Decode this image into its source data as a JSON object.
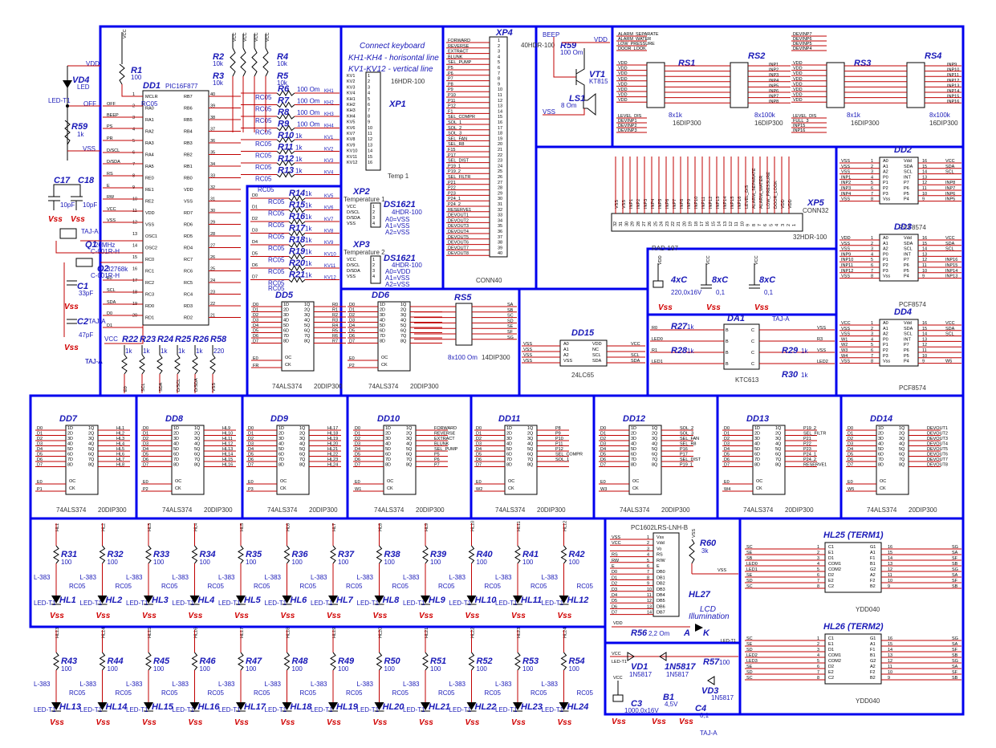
{
  "notes": {
    "kb1": "Connect keyboard",
    "kb2": "KH1-KH4 - horisontal line",
    "kb3": "KV1-KV12 - vertical line",
    "temp1": "Temperature 1",
    "temp2": "Temperature 2",
    "lcd1": "LCD",
    "lcd2": "Illumination",
    "lcd_a": "A",
    "lcd_k": "K"
  },
  "mcu": {
    "ref": "DD1",
    "part": "PIC16F877",
    "pkg": "RC05",
    "left_pins": [
      "MCLR",
      "RA0",
      "RA1",
      "RA2",
      "RA3",
      "RA4",
      "RA5",
      "RE0",
      "RE1",
      "RE2",
      "VDD",
      "VSS",
      "OSC1",
      "OSC2",
      "RC0",
      "RC1",
      "RC2",
      "RC3",
      "RD0",
      "RD1"
    ],
    "left_nums": [
      "1",
      "2",
      "3",
      "4",
      "5",
      "6",
      "7",
      "8",
      "9",
      "10",
      "11",
      "12",
      "13",
      "14",
      "15",
      "16",
      "17",
      "18",
      "19",
      "20"
    ],
    "right_pins": [
      "RB7",
      "RB6",
      "RB5",
      "RB4",
      "RB3",
      "RB2",
      "RB1",
      "RB0",
      "VDD",
      "VSS",
      "RD7",
      "RD6",
      "RD5",
      "RD4",
      "RC7",
      "RC6",
      "RC5",
      "RC4",
      "RD3",
      "RD2"
    ],
    "right_nums": [
      "40",
      "39",
      "38",
      "37",
      "36",
      "35",
      "34",
      "33",
      "32",
      "31",
      "30",
      "29",
      "28",
      "27",
      "26",
      "25",
      "24",
      "23",
      "22",
      "21"
    ],
    "left_nets": [
      "OFF",
      "BEEP",
      "PS",
      "PR",
      "D/SCL",
      "D/SDA",
      "RS",
      "E",
      "RW",
      "VCC",
      "VSS",
      "",
      "",
      "",
      "",
      "",
      "E0",
      "SCL",
      "SDA",
      "D0",
      "D1"
    ]
  },
  "headers": {
    "xp1": {
      "ref": "XP1",
      "pkg": "16HDR-100",
      "label": "Temp 1",
      "pins": [
        "KV1",
        "KV2",
        "KV3",
        "KV4",
        "KH1",
        "KH2",
        "KH3",
        "KH4",
        "KV5",
        "KV6",
        "KV7",
        "KV8",
        "KV9",
        "KV10",
        "KV11",
        "KV12"
      ]
    },
    "xp2": {
      "ref": "XP2",
      "pins": [
        "VCC",
        "D/SCL",
        "D/SDA",
        "VSS"
      ]
    },
    "xp3": {
      "ref": "XP3",
      "pins": [
        "VCC",
        "D/SCL",
        "D/SDA",
        "VSS"
      ]
    },
    "ds1": {
      "ref": "DS1621",
      "pkg": "4HDR-100",
      "a0": "A0=VSS",
      "a1": "A1=VSS",
      "a2": "A2=VSS"
    },
    "ds2": {
      "ref": "DS1621",
      "pkg": "4HDR-100",
      "a0": "A0=VDD",
      "a1": "A1=VSS",
      "a2": "A2=VSS"
    },
    "xp4": {
      "ref": "XP4",
      "pkg": "CONN40",
      "hdr": "40HDR-100",
      "pins": [
        "FORWARD",
        "REVERSE",
        "EXTRACT",
        "BLUNK",
        "SEL_PUMP",
        "P5",
        "P6",
        "P7",
        "P8",
        "P9",
        "P10",
        "P11",
        "P12",
        "F1",
        "SEL_COMPR",
        "SOL_1",
        "SOL_2",
        "SOL_3",
        "SEL_FAN",
        "SEL_R8",
        "F15",
        "P17",
        "SEL_DIST",
        "P19_1",
        "P19_2",
        "SEL_FILTR",
        "P21",
        "P22",
        "P23",
        "P24_1",
        "P24_2",
        "RESERVE1",
        "DEVOUT1",
        "DEVOUT2",
        "DEVOUT3",
        "DEVOUT4",
        "DEVOUT5",
        "DEVOUT6",
        "DEVOUT7",
        "DEVOUT8"
      ]
    },
    "xp5": {
      "ref": "XP5",
      "pkg": "CONN32",
      "hdr": "32HDR-100",
      "pins": [
        "VSS",
        "VSS",
        "INP1",
        "INP2",
        "INP3",
        "INP4",
        "INP5",
        "INP6",
        "INP7",
        "INP8",
        "INP9",
        "INP10",
        "INP11",
        "INP12",
        "INP13",
        "INP14",
        "INP15",
        "INP16",
        "LEVEL_DIS",
        "ALARM_SEPARATE",
        "ALARM_WATER",
        "LOW_PRESSURE",
        "DOOR_LOOK",
        "VDD",
        "VDD"
      ]
    }
  },
  "latches": {
    "part": "74ALS374",
    "pkg": "20DIP300",
    "pins_in": [
      "D0",
      "D1",
      "D2",
      "D3",
      "D4",
      "D5",
      "D6",
      "D7"
    ],
    "pins_q": [
      "1Q",
      "2Q",
      "3Q",
      "4Q",
      "5Q",
      "6Q",
      "7Q",
      "8Q"
    ],
    "pins_d": [
      "1D",
      "2D",
      "3D",
      "4D",
      "5D",
      "6D",
      "7D",
      "8D"
    ],
    "oc": "OC",
    "ck": "CK",
    "units": [
      {
        "ref": "DD5",
        "en": "E0",
        "clk": "FR",
        "outs": [
          "R0",
          "R1",
          "R2",
          "R3",
          "R4",
          "R5",
          "R6",
          "R7"
        ]
      },
      {
        "ref": "DD6",
        "en": "E0",
        "clk": "P2",
        "outs": [
          "",
          "",
          "",
          "",
          "",
          "",
          "",
          ""
        ]
      },
      {
        "ref": "DD7",
        "en": "E0",
        "clk": "P1",
        "outs": [
          "HL1",
          "HL2",
          "HL3",
          "HL4",
          "HL5",
          "HL6",
          "HL7",
          "HL8"
        ]
      },
      {
        "ref": "DD8",
        "en": "E0",
        "clk": "P2",
        "outs": [
          "HL9",
          "HL10",
          "HL11",
          "HL12",
          "HL13",
          "HL14",
          "HL15",
          "HL16"
        ]
      },
      {
        "ref": "DD9",
        "en": "E0",
        "clk": "P3",
        "outs": [
          "HL17",
          "HL18",
          "HL19",
          "HL20",
          "HL21",
          "HL22",
          "HL23",
          "HL24"
        ]
      },
      {
        "ref": "DD10",
        "en": "E0",
        "clk": "W1",
        "outs": [
          "FORWARD",
          "REVERSE",
          "EXTRACT",
          "BLUNK",
          "SEL_PUMP",
          "P5",
          "P6",
          "P7"
        ]
      },
      {
        "ref": "DD11",
        "en": "E0",
        "clk": "W2",
        "outs": [
          "P8",
          "P9",
          "P10",
          "P11",
          "P12",
          "SEL_COMPR",
          "SOL_1",
          ""
        ]
      },
      {
        "ref": "DD12",
        "en": "E0",
        "clk": "W3",
        "outs": [
          "SOL_2",
          "SOL_3",
          "SEL_FAN",
          "SEL_R8",
          "P16",
          "P17",
          "SEL_DIST",
          "P19_1"
        ]
      },
      {
        "ref": "DD13",
        "en": "E0",
        "clk": "W4",
        "outs": [
          "P19_2",
          "SEL_FILTR",
          "P21",
          "P22",
          "P23",
          "P24_1",
          "P24_2",
          "RESERVE1"
        ]
      },
      {
        "ref": "DD14",
        "en": "E0",
        "clk": "W5",
        "outs": [
          "DEVOUT1",
          "DEVOUT2",
          "DEVOUT3",
          "DEVOUT4",
          "DEVOUT5",
          "DEVOUT6",
          "DEVOUT7",
          "DEVOUT8"
        ]
      }
    ]
  },
  "expanders": {
    "part": "PCF8574",
    "pins_l": [
      "A0",
      "A1",
      "A2",
      "P0",
      "P1",
      "P2",
      "P3",
      "Vss"
    ],
    "pins_r": [
      "Vdd",
      "SDA",
      "SCL",
      "INT",
      "P7",
      "P6",
      "P5",
      "P4"
    ],
    "nums_l": [
      "1",
      "2",
      "3",
      "4",
      "5",
      "6",
      "7",
      "8"
    ],
    "nums_r": [
      "16",
      "15",
      "14",
      "13",
      "12",
      "11",
      "10",
      "9"
    ],
    "units": [
      {
        "ref": "DD2",
        "in_l": [
          "VSS",
          "VSS",
          "VSS",
          "INP1",
          "INP2",
          "INP3",
          "INP4",
          "VSS"
        ],
        "in_r": [
          "VCC",
          "SDA",
          "SCL",
          "",
          "INP8",
          "INP7",
          "INP6",
          "INP5"
        ]
      },
      {
        "ref": "DD3",
        "in_l": [
          "VDD",
          "VSS",
          "VSS",
          "INP9",
          "INP10",
          "INP11",
          "INP12",
          "VSS"
        ],
        "in_r": [
          "VCC",
          "SDA",
          "SCL",
          "",
          "INP16",
          "INP15",
          "INP14",
          "INP13"
        ]
      },
      {
        "ref": "DD4",
        "in_l": [
          "VCC",
          "VSS",
          "VSS",
          "W1",
          "W2",
          "W3",
          "W4",
          "VSS"
        ],
        "in_r": [
          "VCC",
          "SDA",
          "SCL",
          "",
          "",
          "",
          "",
          "W5"
        ]
      }
    ]
  },
  "eeprom": {
    "ref": "DD15",
    "part": "24LC65",
    "pins_l": [
      "A0",
      "A1",
      "A2",
      "VSS"
    ],
    "pins_r": [
      "VDD",
      "NC",
      "SCL",
      "SDA"
    ],
    "nets_l": [
      "VSS",
      "VSS",
      "VSS",
      "VSS"
    ],
    "nets_r": [
      "VCC",
      "",
      "SCL",
      "SDA"
    ]
  },
  "driver": {
    "ref": "DA1",
    "part": "KTC613",
    "pins_l": [
      "R0",
      "LED0",
      "R1",
      "LED1"
    ],
    "pins_r": [
      "VSS",
      "R3",
      "VSS",
      "LED2"
    ],
    "r27": "R27",
    "r28": "R28",
    "r29": "R29",
    "r30": "R30",
    "val": "1k"
  },
  "resnets": {
    "rs1": {
      "ref": "RS1",
      "val": "8x1k",
      "pkg": "16DIP300"
    },
    "rs2": {
      "ref": "RS2",
      "val": "8x100k",
      "pkg": "16DIP300"
    },
    "rs3": {
      "ref": "RS3",
      "val": "8x1k",
      "pkg": "16DIP300"
    },
    "rs4": {
      "ref": "RS4",
      "val": "8x100k",
      "pkg": "16DIP300"
    },
    "rs5": {
      "ref": "RS5",
      "val": "8x100 Om",
      "pkg": "14DIP300"
    }
  },
  "inputs_top": {
    "left_labels": [
      "ALARM_SEPARATE",
      "ALARM_WATER",
      "LOW_PRESSURE",
      "DOOR_LOOK",
      "VDD",
      "VDD",
      "VDD",
      "VDD",
      "VDD",
      "VDD",
      "VDD",
      "VDD",
      "LEVEL_DIS",
      "DEVINP1",
      "DEVINP2",
      "DEVINP3"
    ],
    "right_labels": [
      "DEVINP7",
      "DEVINP6",
      "DEVINP5",
      "DEVINP4",
      "VDD",
      "VDD",
      "VDD",
      "VDD",
      "VDD",
      "VDD",
      "VDD",
      "VDD",
      "LEVEL_DIS",
      "FULL_3",
      "INP15",
      "INP16"
    ],
    "inp": [
      "INP1",
      "INP2",
      "INP3",
      "INP4",
      "INP5",
      "INP6",
      "INP7",
      "INP8"
    ],
    "inp2": [
      "INP9",
      "INP10",
      "INP11",
      "INP12",
      "INP13",
      "INP14",
      "INP15",
      "INP16"
    ]
  },
  "resistors": {
    "r1": {
      "ref": "R1",
      "val": "100"
    },
    "r2": {
      "ref": "R2",
      "val": "10k"
    },
    "r3": {
      "ref": "R3",
      "val": "10k"
    },
    "r4": {
      "ref": "R4",
      "val": "10k"
    },
    "r5": {
      "ref": "R5",
      "val": "10k"
    },
    "r59": {
      "ref": "R59",
      "val": "1k"
    },
    "r59b": {
      "ref": "R59",
      "val": "100 Om"
    },
    "kh": [
      {
        "ref": "R6",
        "val": "100 Om",
        "net": "KH1"
      },
      {
        "ref": "R7",
        "val": "100 Om",
        "net": "KH2"
      },
      {
        "ref": "R8",
        "val": "100 Om",
        "net": "KH3"
      },
      {
        "ref": "R9",
        "val": "100 Om",
        "net": "KH4"
      }
    ],
    "kv": [
      {
        "ref": "R10",
        "val": "1k",
        "net": "KV1"
      },
      {
        "ref": "R11",
        "val": "1k",
        "net": "KV2"
      },
      {
        "ref": "R12",
        "val": "1k",
        "net": "KV3"
      },
      {
        "ref": "R13",
        "val": "1k",
        "net": "KV4"
      },
      {
        "ref": "R14",
        "val": "1k",
        "net": "KV5"
      },
      {
        "ref": "R15",
        "val": "1k",
        "net": "KV6"
      },
      {
        "ref": "R16",
        "val": "1k",
        "net": "KV7"
      },
      {
        "ref": "R17",
        "val": "1k",
        "net": "KV8"
      },
      {
        "ref": "R18",
        "val": "1k",
        "net": "KV9"
      },
      {
        "ref": "R19",
        "val": "1k",
        "net": "KV10"
      },
      {
        "ref": "R20",
        "val": "1k",
        "net": "KV11"
      },
      {
        "ref": "R21",
        "val": "1k",
        "net": "KV12"
      }
    ],
    "bot": [
      {
        "ref": "R22",
        "val": "1k",
        "net": "E0"
      },
      {
        "ref": "R23",
        "val": "1k",
        "net": "SCL"
      },
      {
        "ref": "R24",
        "val": "1k",
        "net": "SDA"
      },
      {
        "ref": "R25",
        "val": "1k",
        "net": "D/SCL"
      },
      {
        "ref": "R26",
        "val": "1k",
        "net": "D/SDA"
      },
      {
        "ref": "R58",
        "val": "220",
        "net": "VSS"
      }
    ],
    "r56": {
      "ref": "R56",
      "val": "2,2 Om"
    },
    "r57": {
      "ref": "R57",
      "val": "100"
    },
    "r60": {
      "ref": "R60",
      "val": "3k"
    },
    "pkg": "RC05"
  },
  "caps": {
    "c17": {
      "ref": "C17",
      "val": "10pF"
    },
    "c18": {
      "ref": "C18",
      "val": "10pF"
    },
    "c1": {
      "ref": "C1",
      "val": "33pF"
    },
    "c2": {
      "ref": "C2",
      "val": "47pF"
    },
    "c3": {
      "ref": "C3",
      "val": "1000,0x16V"
    },
    "c4": {
      "ref": "C4",
      "val": "0,1"
    },
    "c4x": {
      "ref": "4xC",
      "val": "220,0x16V"
    },
    "c8a": {
      "ref": "8xC",
      "val": "0,1"
    },
    "c8b": {
      "ref": "8xC",
      "val": "0,1"
    },
    "taj": "TAJ-A"
  },
  "misc": {
    "q1": {
      "ref": "Q1",
      "val": "20MHz",
      "pkg": "C-001R-H"
    },
    "q2": {
      "ref": "Q2",
      "val": "32768k",
      "pkg": "C-001R-H"
    },
    "vd4": {
      "ref": "VD4",
      "val": "LED",
      "pkg": "LED-T1"
    },
    "vt1": {
      "ref": "VT1",
      "val": "KT815"
    },
    "ls1": {
      "ref": "LS1",
      "val": "8 Om"
    },
    "vd1": {
      "ref": "VD1",
      "val": "1N5817"
    },
    "vd2": {
      "ref": "1N5817",
      "val": "1N5817"
    },
    "vd3": {
      "ref": "VD3",
      "val": "1N5817"
    },
    "b1": {
      "ref": "B1",
      "val": "4,5V"
    },
    "vss": "Vss",
    "vdd": "VDD",
    "vcc": "VCC",
    "beep": "BEEP",
    "off": "OFF",
    "rad": "RAD-197",
    "lcd": "PC1602LRS-LNH-B",
    "lcd_pins": [
      "Vss",
      "Vdd",
      "Vo",
      "RS",
      "R/W",
      "E",
      "DB0",
      "DB1",
      "DB2",
      "DB3",
      "DB4",
      "DB5",
      "DB6",
      "DB7"
    ],
    "lcd_nets": [
      "VSS",
      "VCC",
      "",
      "RS",
      "RW",
      "E",
      "D0",
      "D1",
      "D2",
      "D3",
      "D4",
      "D5",
      "D6",
      "D7"
    ],
    "hl27": "HL27",
    "led_t1": "LED-T1"
  },
  "leds_top": [
    {
      "ref": "HL1",
      "r": "R31"
    },
    {
      "ref": "HL2",
      "r": "R32"
    },
    {
      "ref": "HL3",
      "r": "R33"
    },
    {
      "ref": "HL4",
      "r": "R34"
    },
    {
      "ref": "HL5",
      "r": "R35"
    },
    {
      "ref": "HL6",
      "r": "R36"
    },
    {
      "ref": "HL7",
      "r": "R37"
    },
    {
      "ref": "HL8",
      "r": "R38"
    },
    {
      "ref": "HL9",
      "r": "R39"
    },
    {
      "ref": "HL10",
      "r": "R40"
    },
    {
      "ref": "HL11",
      "r": "R41"
    },
    {
      "ref": "HL12",
      "r": "R42"
    }
  ],
  "leds_bot": [
    {
      "ref": "HL13",
      "r": "R43"
    },
    {
      "ref": "HL14",
      "r": "R44"
    },
    {
      "ref": "HL15",
      "r": "R45"
    },
    {
      "ref": "HL16",
      "r": "R46"
    },
    {
      "ref": "HL17",
      "r": "R47"
    },
    {
      "ref": "HL18",
      "r": "R48"
    },
    {
      "ref": "HL19",
      "r": "R49"
    },
    {
      "ref": "HL20",
      "r": "R50"
    },
    {
      "ref": "HL21",
      "r": "R51"
    },
    {
      "ref": "HL22",
      "r": "R52"
    },
    {
      "ref": "HL23",
      "r": "R53"
    },
    {
      "ref": "HL24",
      "r": "R54"
    }
  ],
  "led_common": {
    "val": "100",
    "led": "L-383",
    "pkg": "RC05",
    "leds": "LED-T1"
  },
  "term": {
    "hl25": {
      "ref": "HL25 (TERM1)",
      "part": "YDD040"
    },
    "hl26": {
      "ref": "HL26 (TERM2)",
      "part": "YDD040"
    },
    "pins_l": [
      "C1",
      "E1",
      "D1",
      "COM1",
      "COM2",
      "D2",
      "E2",
      "C2"
    ],
    "pins_r": [
      "G1",
      "A1",
      "F1",
      "B1",
      "G2",
      "A2",
      "F2",
      "B2"
    ],
    "nums_l": [
      "1",
      "2",
      "3",
      "4",
      "5",
      "6",
      "7",
      "8"
    ],
    "nums_r": [
      "16",
      "15",
      "14",
      "13",
      "12",
      "11",
      "10",
      "9"
    ],
    "nets_l1": [
      "SC",
      "SE",
      "SB",
      "LED0",
      "LED1",
      "SE",
      "SD",
      "SC"
    ],
    "nets_l2": [
      "SC",
      "SE",
      "SD",
      "LED2",
      "LED3",
      "SE",
      "SD",
      "SC"
    ]
  }
}
